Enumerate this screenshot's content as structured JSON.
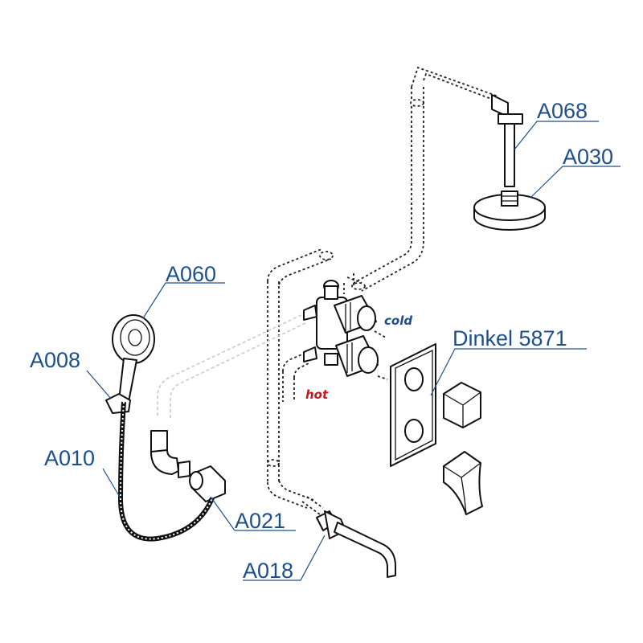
{
  "labels": {
    "a068": "A068",
    "a030": "A030",
    "a060": "A060",
    "a008": "A008",
    "a010": "A010",
    "a021": "A021",
    "a018": "A018",
    "dinkel": "Dinkel 5871"
  },
  "notes": {
    "cold": "cold",
    "hot": "hot"
  },
  "colors": {
    "label": "#1d4f8c",
    "cold": "#1d4f8c",
    "hot": "#c0181f",
    "line": "#111111"
  }
}
